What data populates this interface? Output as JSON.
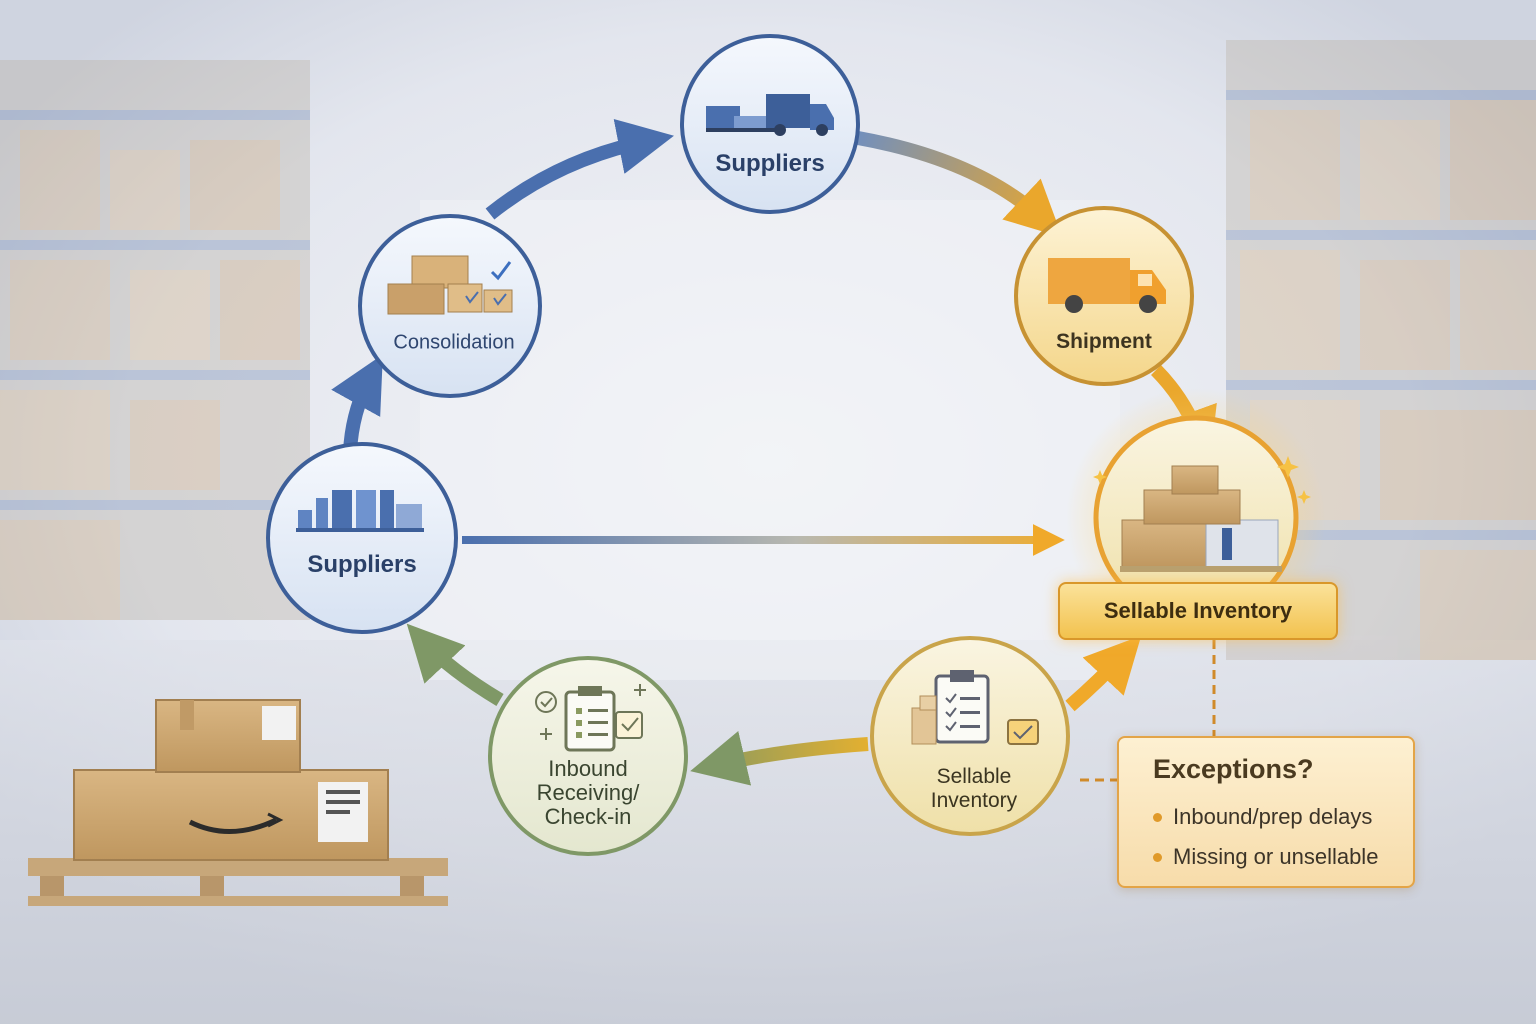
{
  "nodes": {
    "suppliers_top": {
      "label": "Suppliers",
      "icon": "truck-conveyor-icon"
    },
    "shipment": {
      "label": "Shipment",
      "icon": "truck-icon"
    },
    "consolidation": {
      "label": "Consolidation",
      "icon": "boxes-check-icon"
    },
    "suppliers_left": {
      "label": "Suppliers",
      "icon": "factory-icon"
    },
    "sellable_top": {
      "label": "Sellable Inventory",
      "icon": "box-stack-icon"
    },
    "inbound": {
      "label": "Inbound Receiving/ Check-in",
      "icon": "clipboard-check-icon"
    },
    "sellable_bottom": {
      "label": "Sellable Inventory",
      "icon": "clipboard-boxes-icon"
    }
  },
  "exceptions": {
    "title": "Exceptions?",
    "items": [
      "Inbound/prep delays",
      "Missing or unsellable"
    ]
  },
  "colors": {
    "blue": "#4a6fae",
    "orange": "#eaa72c",
    "green": "#7f9866",
    "accent": "#f2c24e"
  },
  "background": "warehouse-photo"
}
